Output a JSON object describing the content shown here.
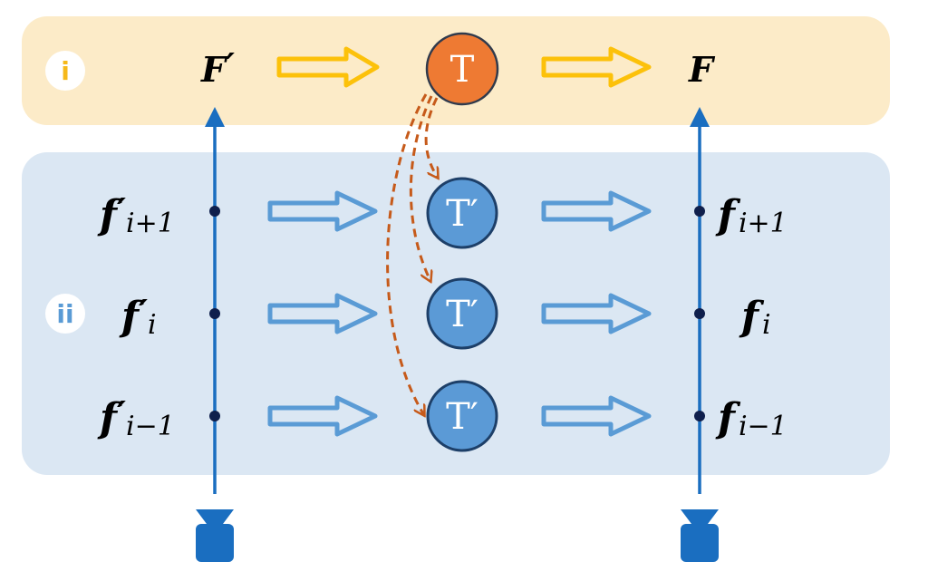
{
  "colors": {
    "panel_i": "#fcebc8",
    "panel_ii": "#dbe7f3",
    "badge_i": "#f6b91a",
    "badge_ii": "#5a9bd5",
    "yellow_arrow": "#fcc10a",
    "blue_arrow": "#5a9bd5",
    "axis_blue": "#1a6ec0",
    "node_T": "#ee7a33",
    "node_T_border": "#303a4c",
    "node_Tprime": "#5b9ad6",
    "node_Tprime_border": "#1d3f68",
    "dashed": "#c65a1a",
    "camera": "#1a6ec0",
    "dot": "#0f1f4c"
  },
  "panels": {
    "i": {
      "badge": "i"
    },
    "ii": {
      "badge": "ii"
    }
  },
  "top_row": {
    "left_label": "F",
    "left_prime": "′",
    "center_node": "T",
    "right_label": "F"
  },
  "rows": [
    {
      "left_main": "f",
      "left_prime": "′",
      "left_sub": "i+1",
      "node": "T′",
      "right_main": "f",
      "right_sub": "i+1"
    },
    {
      "left_main": "f",
      "left_prime": "′",
      "left_sub": "i",
      "node": "T′",
      "right_main": "f",
      "right_sub": "i"
    },
    {
      "left_main": "f",
      "left_prime": "′",
      "left_sub": "i−1",
      "node": "T′",
      "right_main": "f",
      "right_sub": "i−1"
    }
  ],
  "icons": {
    "left_axis": "upward-arrow-axis",
    "right_axis": "upward-arrow-axis",
    "left_camera": "camera-icon",
    "right_camera": "camera-icon"
  }
}
